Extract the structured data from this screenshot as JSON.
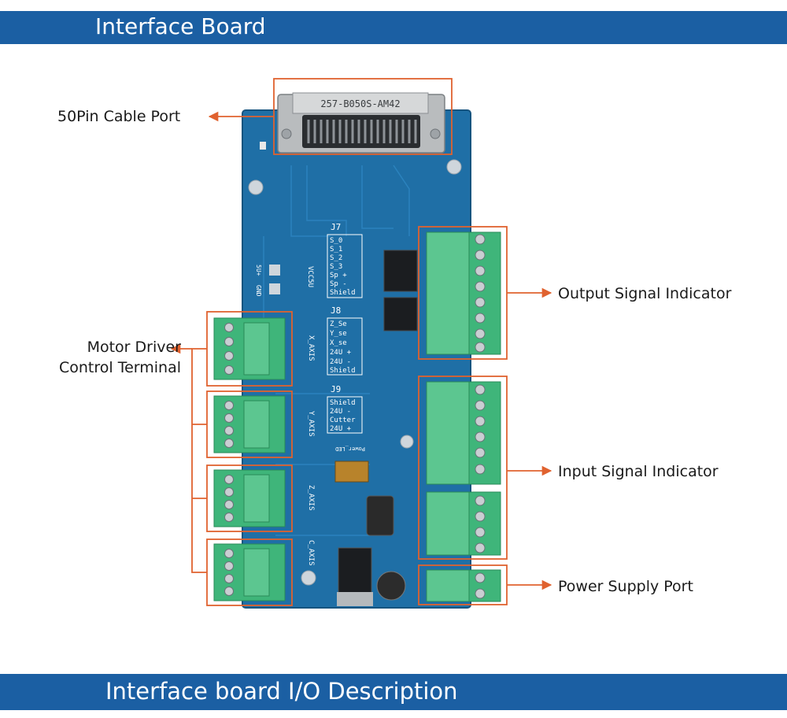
{
  "header": {
    "title": "Interface Board"
  },
  "footer": {
    "title": "Interface board I/O Description"
  },
  "callouts": {
    "cable_port": "50Pin Cable Port",
    "output_signal": "Output Signal Indicator",
    "motor_driver_line1": "Motor Driver",
    "motor_driver_line2": "Control Terminal",
    "input_signal": "Input Signal Indicator",
    "power_supply": "Power Supply Port"
  },
  "board": {
    "connector_marking": "257-B050S-AM42",
    "j7": {
      "name": "J7",
      "pins": [
        "S_0",
        "S_1",
        "S_2",
        "S_3",
        "Sp +",
        "Sp -",
        "Shield"
      ]
    },
    "j8": {
      "name": "J8",
      "pins": [
        "Z_Se",
        "Y_se",
        "X_se",
        "24U +",
        "24U -",
        "Shield"
      ]
    },
    "j9": {
      "name": "J9",
      "pins": [
        "Shield",
        "24U -",
        "Cutter",
        "24U +"
      ]
    },
    "axes": [
      "X_AXIS",
      "Y_AXIS",
      "Z_AXIS",
      "C_AXIS"
    ],
    "vcc_label": "VCC5U",
    "pad_labels": [
      "5U+",
      "GND"
    ],
    "power_led_label": "Power_LED"
  },
  "colors": {
    "banner": "#1b5fa3",
    "pcb": "#1f6fa6",
    "terminal": "#3fb57a",
    "callout_line": "#e0622f"
  }
}
